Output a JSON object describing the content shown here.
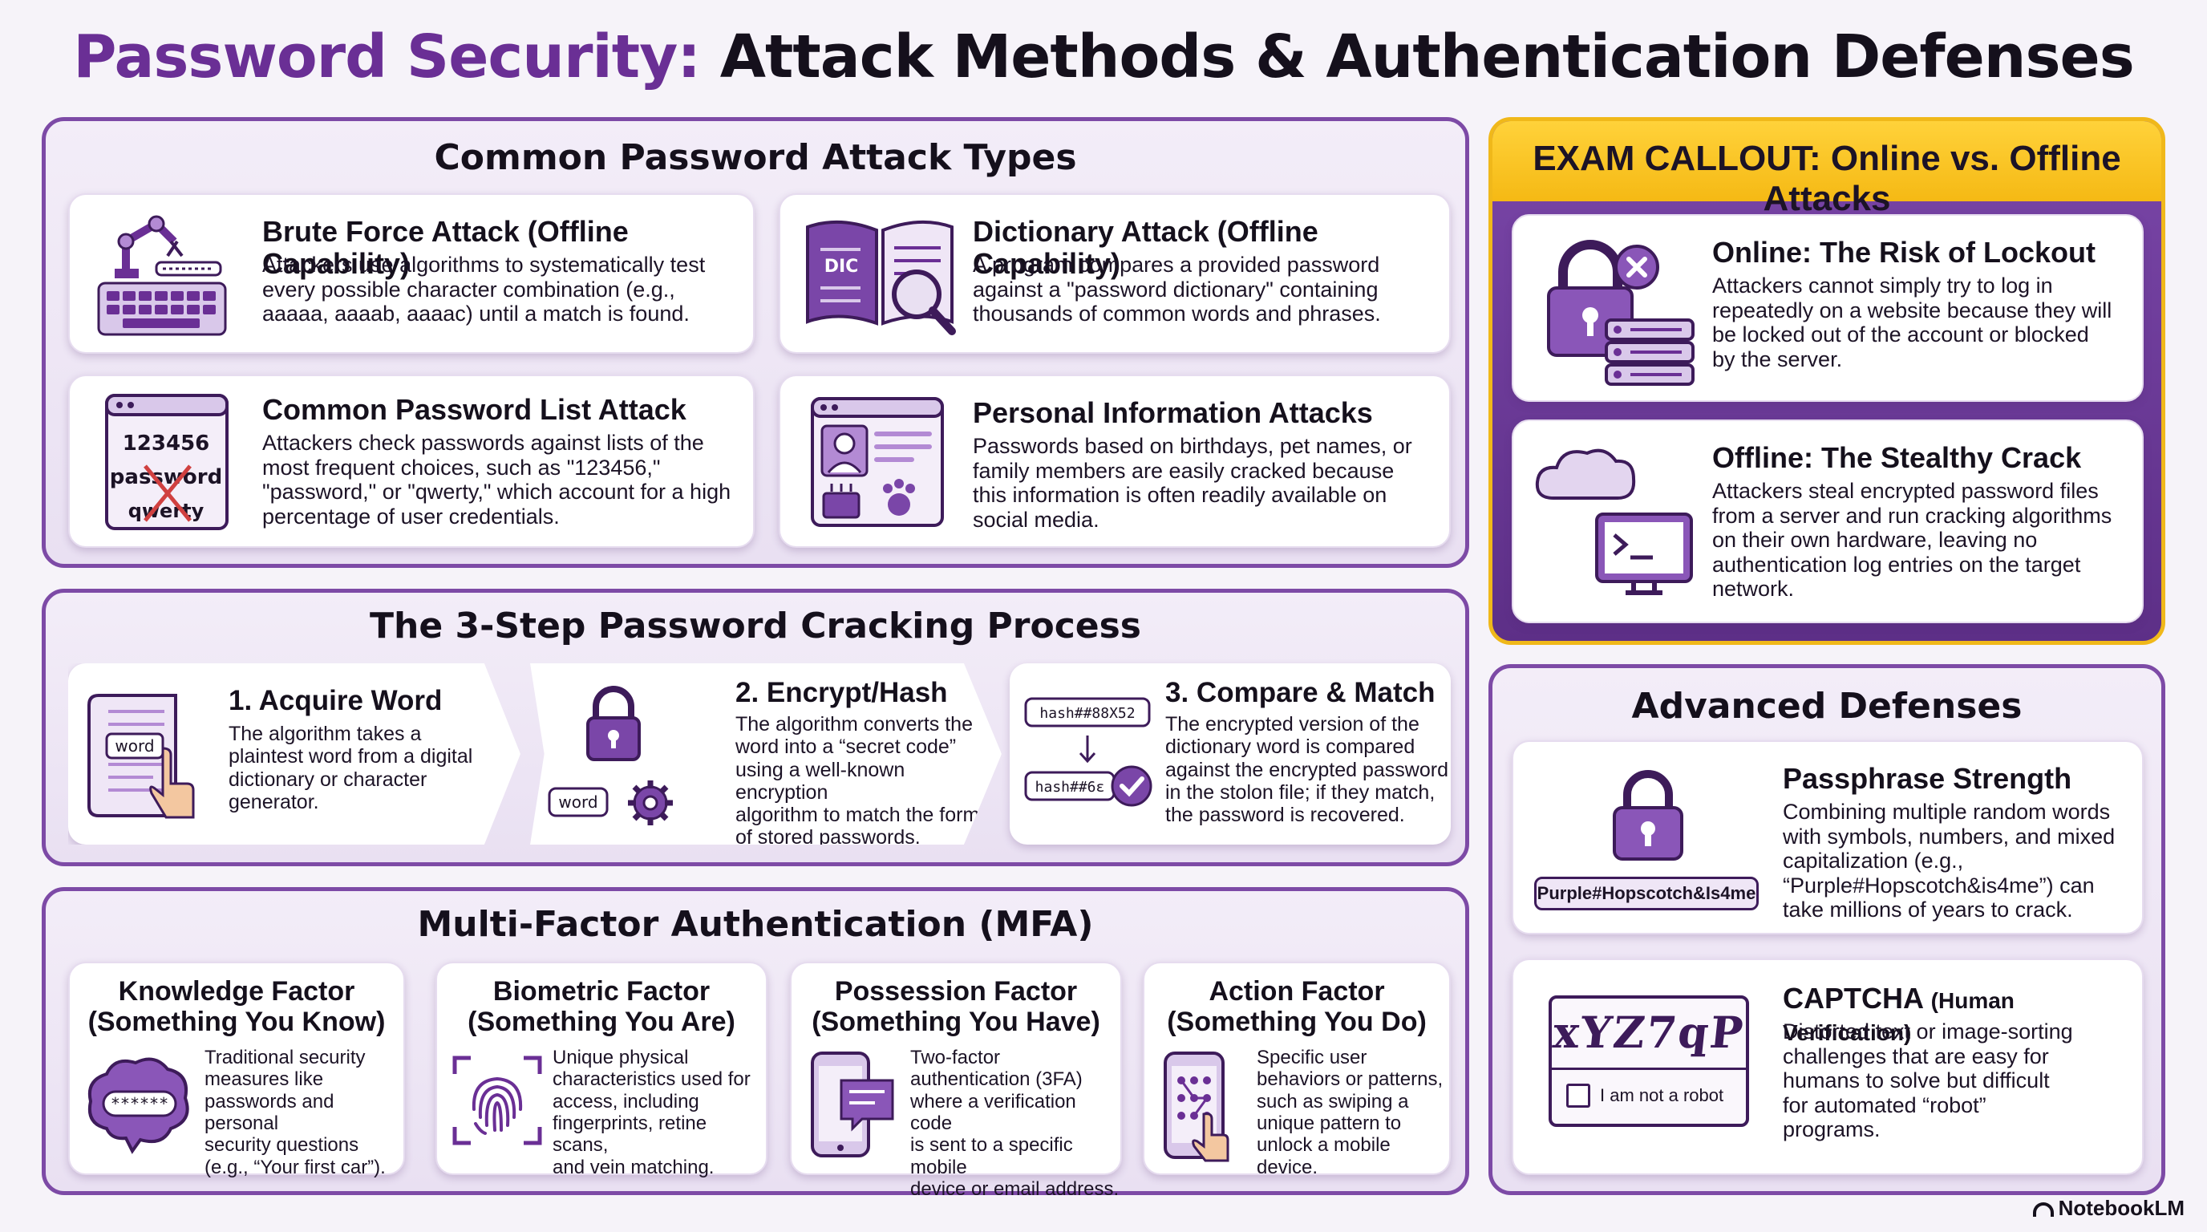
{
  "title": {
    "accent": "Password Security:",
    "rest": "Attack Methods & Authentication Defenses"
  },
  "attack_types": {
    "title": "Common Password Attack Types",
    "cards": [
      {
        "title": "Brute Force Attack (Offline Capability)",
        "lines": [
          "Attackers use algorithms to systematically test",
          "every possible character combination (e.g.,",
          "aaaaa, aaaab, aaaac) until a match is found."
        ]
      },
      {
        "title": "Dictionary Attack (Offline Capability)",
        "lines": [
          "A program compares a provided password",
          "against a \"password dictionary\" containing",
          "thousands of common words and phrases."
        ],
        "icon_label": "DIC"
      },
      {
        "title": "Common Password List Attack",
        "lines": [
          "Attackers check passwords against lists of the",
          "most frequent choices, such as \"123456,\"",
          "\"password,\" or \"qwerty,\" which account for a high",
          "percentage of user credentials."
        ],
        "icon_words": [
          "123456",
          "password",
          "qwerty"
        ]
      },
      {
        "title": "Personal Information Attacks",
        "lines": [
          "Passwords based on birthdays, pet names, or",
          "family members are easily cracked because",
          "this information is often readily available on",
          "social media."
        ]
      }
    ]
  },
  "cracking": {
    "title": "The 3-Step Password Cracking Process",
    "steps": [
      {
        "title": "1. Acquire Word",
        "lines": [
          "The algorithm takes a",
          "plaintest word from a digital",
          "dictionary or character",
          "generator."
        ],
        "icon_label": "word"
      },
      {
        "title": "2. Encrypt/Hash",
        "lines": [
          "The algorithm converts the",
          "word into a “secret code”",
          "using a well-known encryption",
          "algorithm to match the format",
          "of stored passwords."
        ],
        "icon_label": "word"
      },
      {
        "title": "3. Compare & Match",
        "lines": [
          "The encrypted version of the",
          "dictionary word is compared",
          "against the encrypted password",
          "in the stolon file; if they match,",
          "the password is recovered."
        ],
        "hash_1": "hash##88X52",
        "hash_2": "hash##6ε"
      }
    ]
  },
  "mfa": {
    "title": "Multi-Factor Authentication (MFA)",
    "cards": [
      {
        "title_1": "Knowledge Factor",
        "title_2": "(Something You Know)",
        "lines": [
          "Traditional security",
          "measures like",
          "passwords and personal",
          "security questions",
          "(e.g., “Your first car”)."
        ],
        "icon_label": "******"
      },
      {
        "title_1": "Biometric Factor",
        "title_2": "(Something You Are)",
        "lines": [
          "Unique physical",
          "characteristics used for",
          "access, including",
          "fingerprints, retine scans,",
          "and vein matching."
        ]
      },
      {
        "title_1": "Possession Factor",
        "title_2": "(Something You Have)",
        "lines": [
          "Two-factor",
          "authentication (3FA)",
          "where a verification code",
          "is sent to a specific mobile",
          "device or email address."
        ]
      },
      {
        "title_1": "Action Factor",
        "title_2": "(Something You Do)",
        "lines": [
          "Specific user",
          "behaviors or patterns,",
          "such as swiping a",
          "unique pattern to",
          "unlock a mobile device."
        ]
      }
    ]
  },
  "callout": {
    "title": "EXAM CALLOUT: Online vs. Offline Attacks",
    "cards": [
      {
        "title": "Online: The Risk of Lockout",
        "lines": [
          "Attackers cannot simply try to log in",
          "repeatedly on a website because they will",
          "be locked out of the account or blocked",
          "by the server."
        ]
      },
      {
        "title": "Offline: The Stealthy Crack",
        "lines": [
          "Attackers steal encrypted password files",
          "from a server and run cracking algorithms",
          "on their own hardware, leaving no",
          "authentication log entries on the target",
          "network."
        ]
      }
    ]
  },
  "defenses": {
    "title": "Advanced Defenses",
    "cards": [
      {
        "title": "Passphrase Strength",
        "lines": [
          "Combining multiple random words",
          "with symbols, numbers, and mixed",
          "capitalization (e.g.,",
          "“Purple#Hopscotch&is4me”) can",
          "take millions of years to crack."
        ],
        "icon_label": "Purple#Hopscotch&Is4me"
      },
      {
        "title": "CAPTCHA",
        "title_suffix": "(Human Verification)",
        "lines": [
          "Distorted text or image-sorting",
          "challenges that are easy for",
          "humans to solve but difficult",
          "for automated “robot”",
          "programs."
        ],
        "captcha_text": "xYZ7qP",
        "checkbox_label": "I am not a robot"
      }
    ]
  },
  "branding": "NotebookLM",
  "colors": {
    "purple": "#6a2f95",
    "gold": "#f5b914",
    "light_purple": "#d9c8ea"
  }
}
